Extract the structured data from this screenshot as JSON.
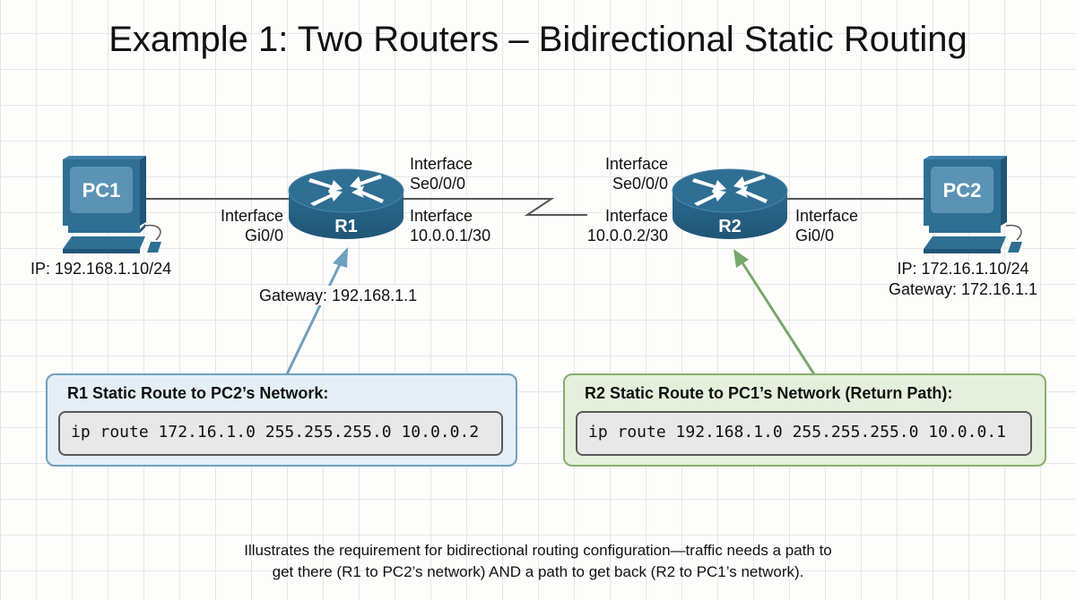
{
  "title": "Example 1: Two Routers – Bidirectional Static Routing",
  "devices": {
    "pc1": {
      "label": "PC1",
      "ip": "IP: 192.168.1.10/24",
      "gateway": "Gateway: 192.168.1.1"
    },
    "pc2": {
      "label": "PC2",
      "ip": "IP: 172.16.1.10/24",
      "gateway": "Gateway: 172.16.1.1"
    },
    "r1": {
      "label": "R1",
      "lan_if": {
        "line1": "Interface",
        "line2": "Gi0/0"
      },
      "wan_if_name": {
        "line1": "Interface",
        "line2": "Se0/0/0"
      },
      "wan_if_ip": {
        "line1": "Interface",
        "line2": "10.0.0.1/30"
      }
    },
    "r2": {
      "label": "R2",
      "lan_if": {
        "line1": "Interface",
        "line2": "Gi0/0"
      },
      "wan_if_name": {
        "line1": "Interface",
        "line2": "Se0/0/0"
      },
      "wan_if_ip": {
        "line1": "Interface",
        "line2": "10.0.0.2/30"
      }
    }
  },
  "routes": {
    "r1": {
      "title": "R1 Static Route to PC2’s Network:",
      "command": "ip route 172.16.1.0 255.255.255.0 10.0.0.2"
    },
    "r2": {
      "title": "R2 Static Route to PC1’s Network (Return Path):",
      "command": "ip route 192.168.1.0 255.255.255.0 10.0.0.1"
    }
  },
  "caption": {
    "line1": "Illustrates the requirement for bidirectional routing configuration—traffic needs a path to",
    "line2": "get there (R1 to PC2’s network) AND a path to get back (R2 to PC1’s network)."
  },
  "colors": {
    "device_blue": "#2f6f93",
    "r1_accent": "#6fa0bd",
    "r2_accent": "#87ae6d",
    "link": "#555555"
  }
}
